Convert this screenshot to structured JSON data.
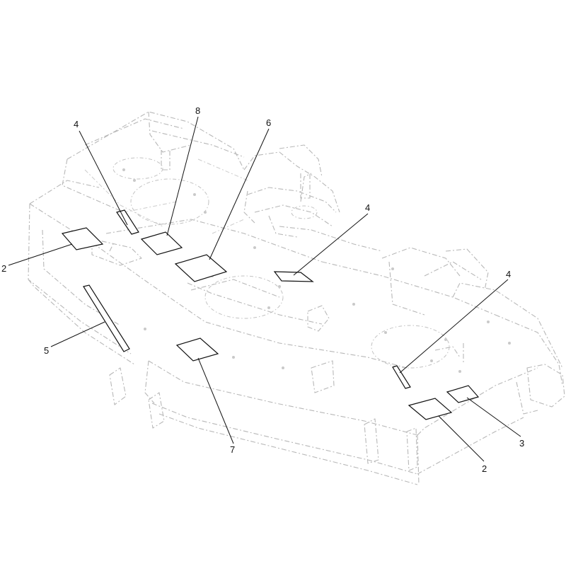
{
  "diagram": {
    "callouts": [
      {
        "id": "c8",
        "label": "8"
      },
      {
        "id": "c6",
        "label": "6"
      },
      {
        "id": "c4a",
        "label": "4"
      },
      {
        "id": "c4b",
        "label": "4"
      },
      {
        "id": "c4c",
        "label": "4"
      },
      {
        "id": "c2a",
        "label": "2"
      },
      {
        "id": "c2b",
        "label": "2"
      },
      {
        "id": "c5",
        "label": "5"
      },
      {
        "id": "c7",
        "label": "7"
      },
      {
        "id": "c3",
        "label": "3"
      }
    ]
  }
}
